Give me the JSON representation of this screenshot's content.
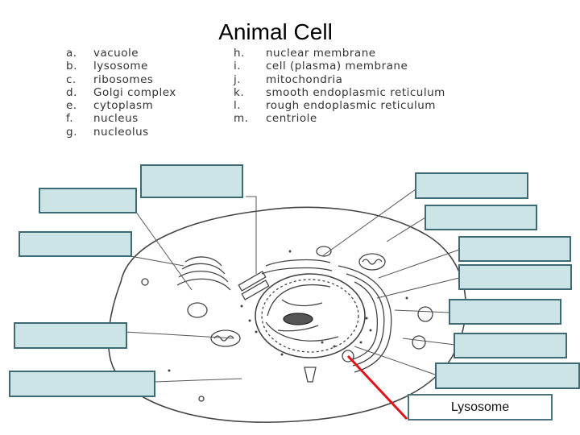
{
  "title": "Animal Cell",
  "key": {
    "left": [
      {
        "letter": "a.",
        "term": "vacuole"
      },
      {
        "letter": "b.",
        "term": "lysosome"
      },
      {
        "letter": "c.",
        "term": "ribosomes"
      },
      {
        "letter": "d.",
        "term": "Golgi complex"
      },
      {
        "letter": "e.",
        "term": "cytoplasm"
      },
      {
        "letter": "f.",
        "term": "nucleus"
      },
      {
        "letter": "g.",
        "term": "nucleolus"
      }
    ],
    "right": [
      {
        "letter": "h.",
        "term": "nuclear membrane"
      },
      {
        "letter": "i.",
        "term": "cell (plasma) membrane"
      },
      {
        "letter": "j.",
        "term": "mitochondria"
      },
      {
        "letter": "k.",
        "term": "smooth endoplasmic reticulum"
      },
      {
        "letter": "l.",
        "term": "rough endoplasmic reticulum"
      },
      {
        "letter": "m.",
        "term": "centriole"
      }
    ]
  },
  "answer_label": "Lysosome",
  "colors": {
    "box_fill": "#cde4e7",
    "box_border": "#3e6a75",
    "arrow": "#e0141b"
  }
}
